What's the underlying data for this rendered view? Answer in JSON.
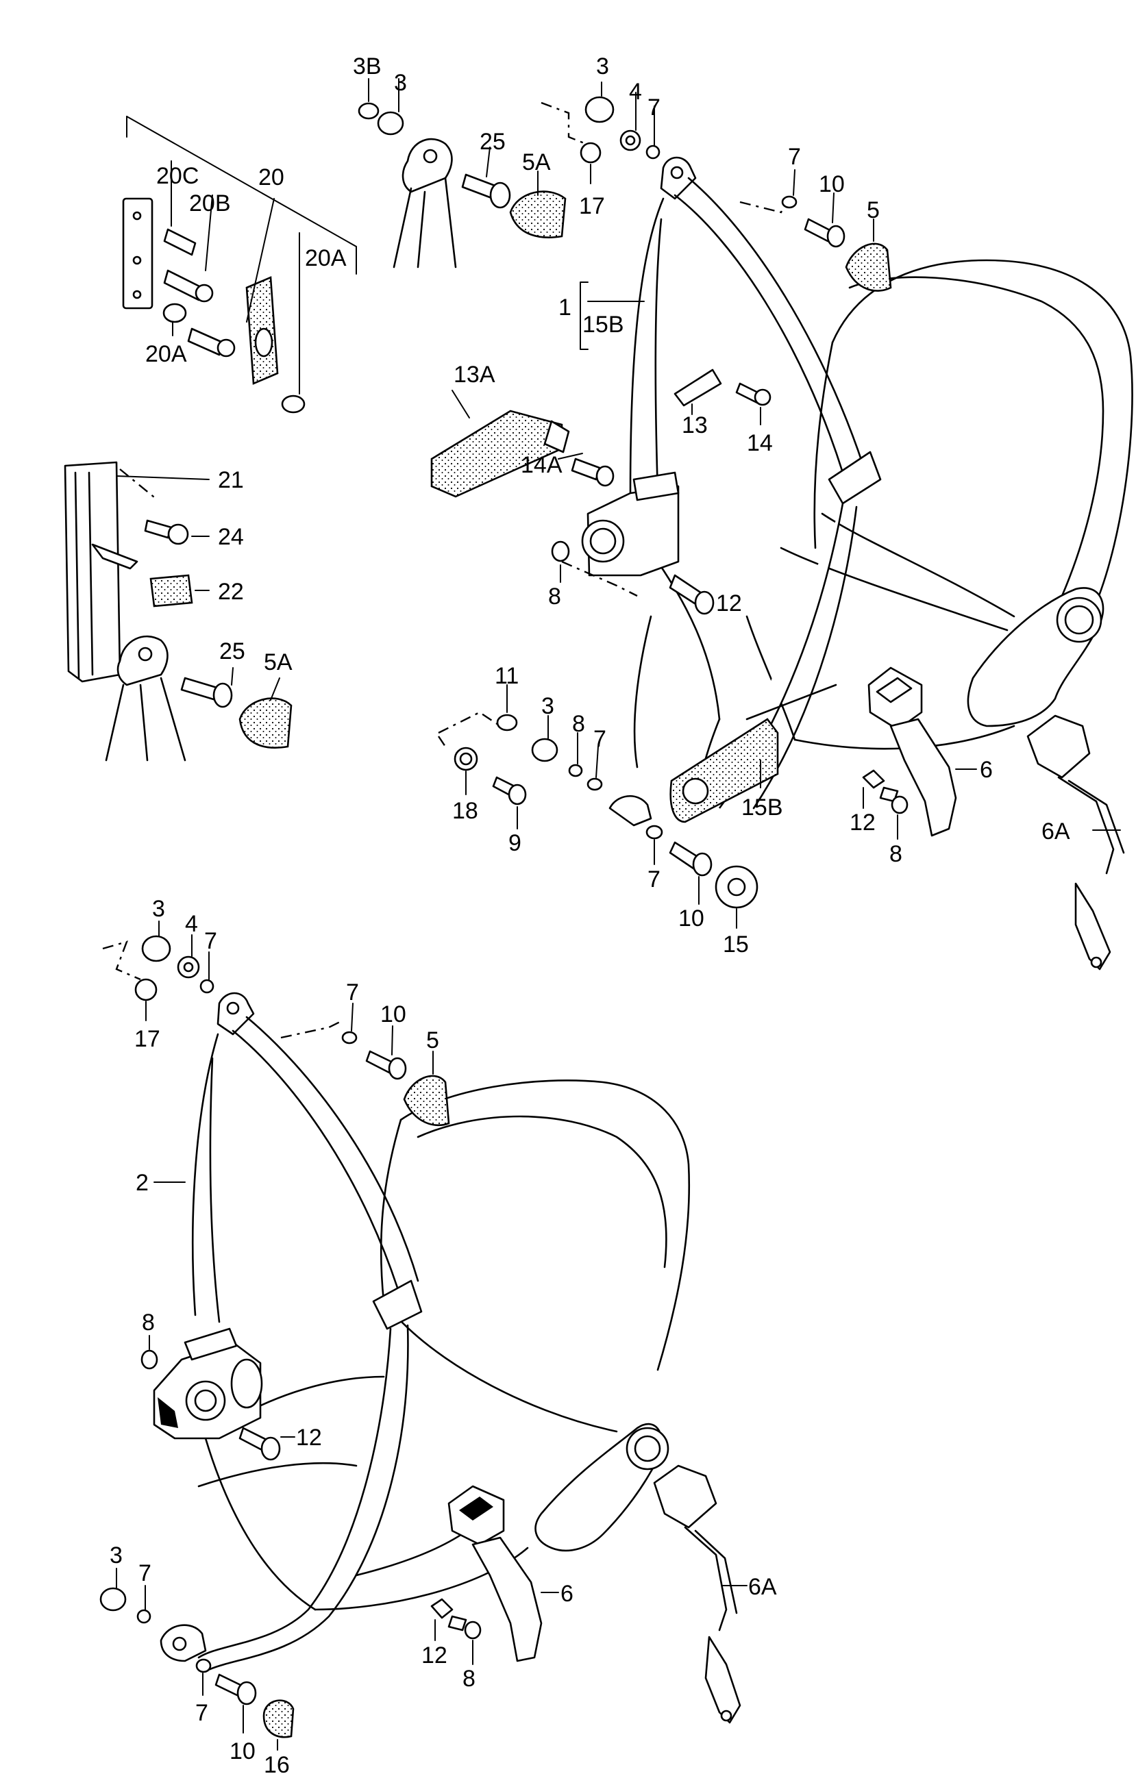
{
  "callouts": {
    "c3B": "3B",
    "c3a": "3",
    "c3b": "3",
    "c4a": "4",
    "c7a": "7",
    "c17a": "17",
    "c25a": "25",
    "c5Aa": "5A",
    "c7b": "7",
    "c10a": "10",
    "c5a": "5",
    "c20C": "20C",
    "c20": "20",
    "c20B": "20B",
    "c20A_box": "20A",
    "c20A": "20A",
    "c1": "1",
    "c15Ba": "15B",
    "c13A": "13A",
    "c13": "13",
    "c14": "14",
    "c14A": "14A",
    "c21": "21",
    "c24": "24",
    "c22": "22",
    "c25b": "25",
    "c5Ab": "5A",
    "c8a": "8",
    "c12a": "12",
    "c11": "11",
    "c3c": "3",
    "c8b": "8",
    "c7c": "7",
    "c18": "18",
    "c9": "9",
    "c15Bb": "15B",
    "c7d": "7",
    "c10b": "10",
    "c15": "15",
    "c6a": "6",
    "c12b": "12",
    "c8c": "8",
    "c6Aa": "6A",
    "c3d": "3",
    "c4b": "4",
    "c7e": "7",
    "c17b": "17",
    "c7f": "7",
    "c10c": "10",
    "c5b": "5",
    "c2": "2",
    "c8d": "8",
    "c12c": "12",
    "c3e": "3",
    "c7g": "7",
    "c7h": "7",
    "c10d": "10",
    "c16": "16",
    "c6b": "6",
    "c12d": "12",
    "c8e": "8",
    "c6Ab": "6A"
  },
  "icons": [
    "bolt-icon",
    "washer-icon",
    "spacer-sleeve-icon",
    "cap-icon",
    "buckle-icon",
    "retractor-icon",
    "anchor-plate-icon",
    "seat-icon"
  ]
}
